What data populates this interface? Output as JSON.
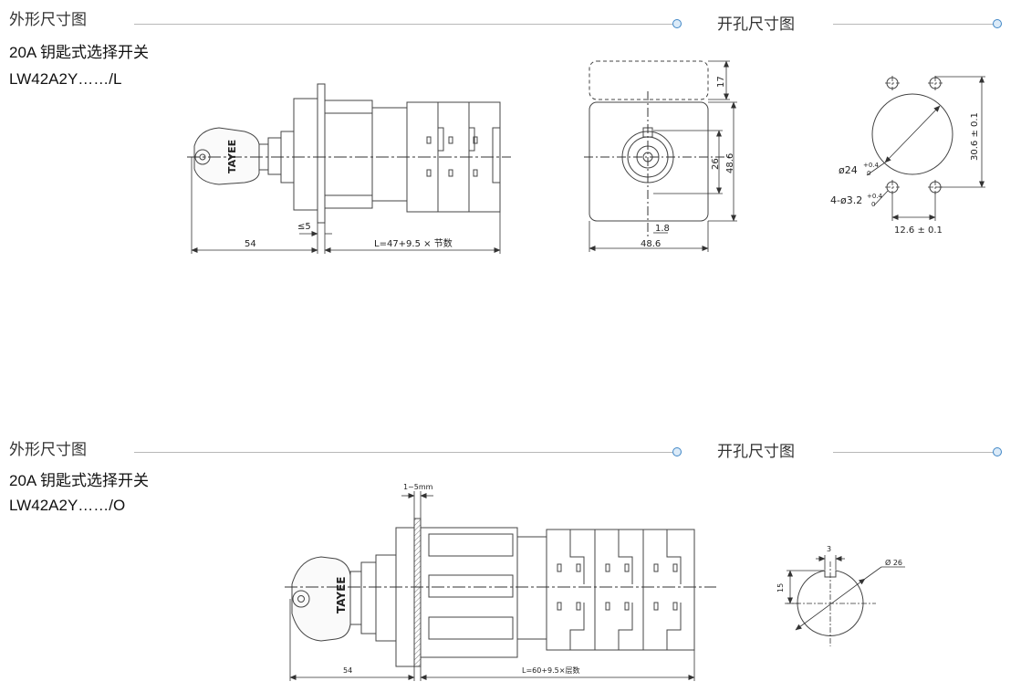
{
  "section1": {
    "heading": "外形尺寸图",
    "product": "20A 钥匙式选择开关",
    "model": "LW42A2Y……/L",
    "cutout_heading": "开孔尺寸图",
    "dims": {
      "le5": "≤5",
      "d54": "54",
      "length": "L=47+9.5 × 节数",
      "d17": "17",
      "d26": "26",
      "d48_6_v": "48.6",
      "d1_8": "1.8",
      "d48_6_h": "48.6",
      "phi24": "ø24",
      "tol_plus": "+0.4",
      "tol_zero": "0",
      "holes": "4-ø3.2",
      "v30_6": "30.6 ± 0.1",
      "h12_6": "12.6 ± 0.1"
    }
  },
  "section2": {
    "heading": "外形尺寸图",
    "product": "20A 钥匙式选择开关",
    "model": "LW42A2Y……/O",
    "cutout_heading": "开孔尺寸图",
    "dims": {
      "panel": "1~5mm",
      "d54": "54",
      "length": "L=60+9.5×层数",
      "d3": "3",
      "phi26": "Ø 26",
      "d15": "15"
    }
  },
  "brand": "TAYEE",
  "colors": {
    "accent": "#3f86c6",
    "line": "#444444",
    "rule": "#b8b8b8"
  }
}
